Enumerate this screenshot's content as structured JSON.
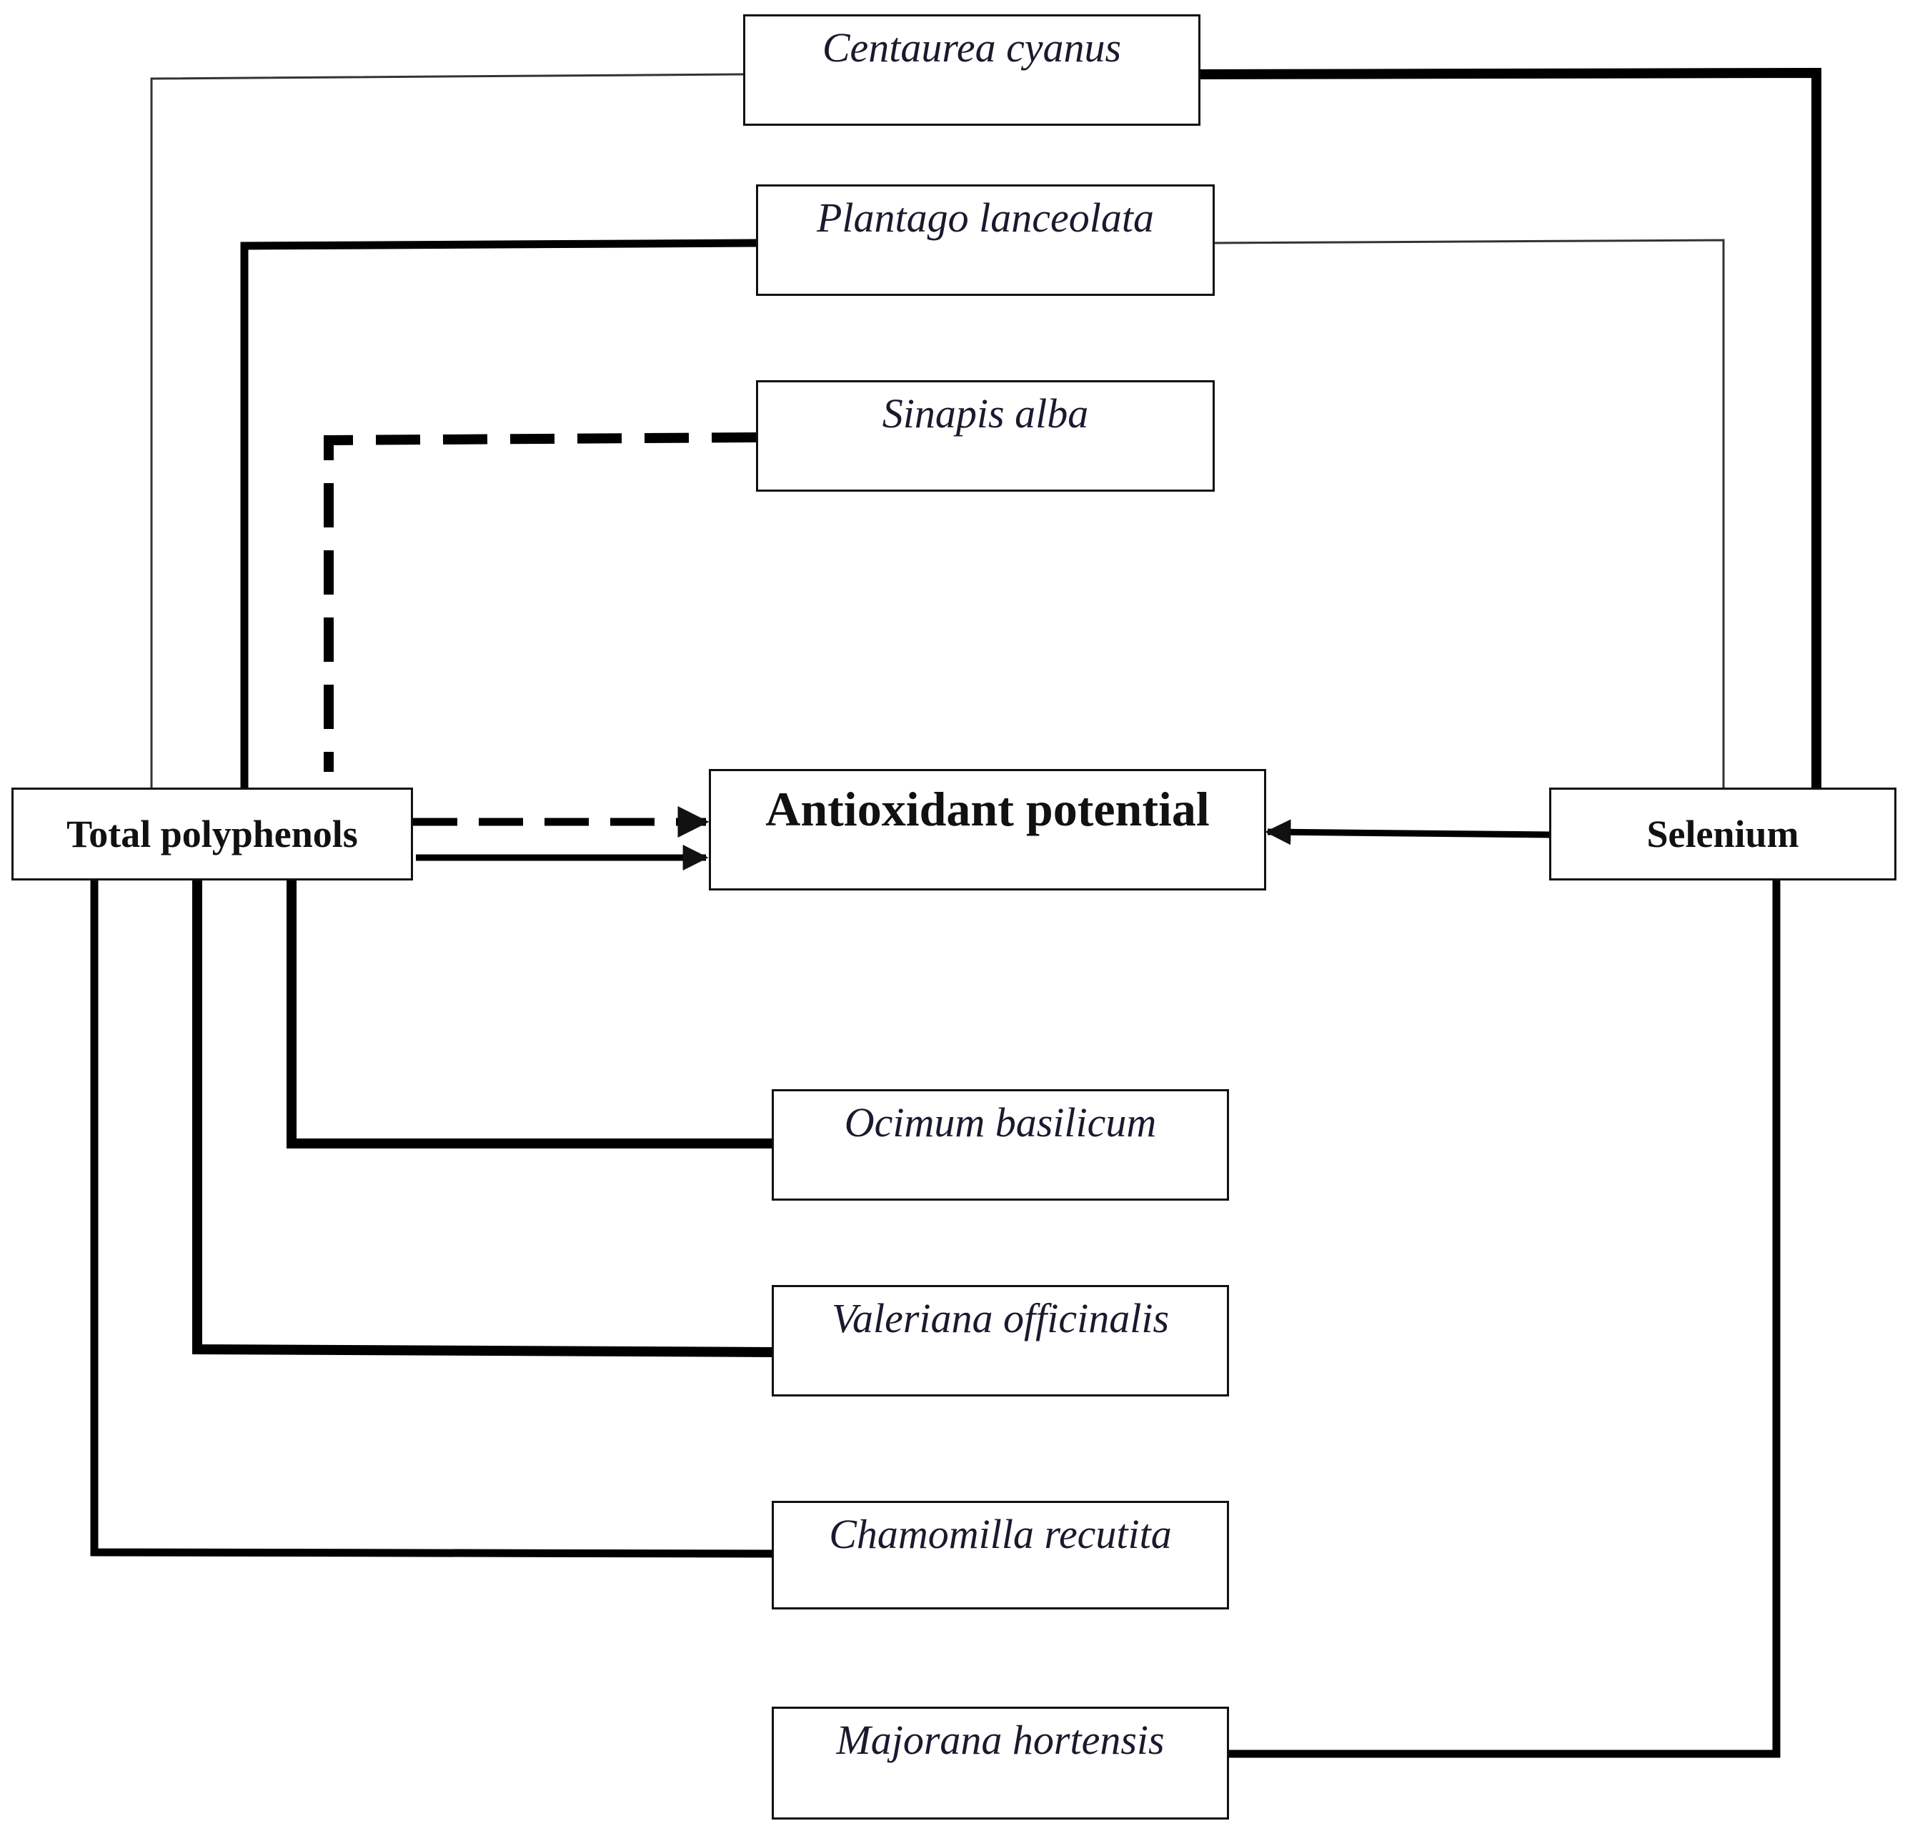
{
  "nodes": {
    "centaurea": "Centaurea cyanus",
    "plantago": "Plantago lanceolata",
    "sinapis": "Sinapis alba",
    "ocimum": "Ocimum basilicum",
    "valeriana": "Valeriana officinalis",
    "chamomilla": "Chamomilla recutita",
    "majorana": "Majorana hortensis",
    "polyphenols": "Total polyphenols",
    "antioxidant": "Antioxidant potential",
    "selenium": "Selenium"
  },
  "colors": {
    "line": "#111111",
    "species_text": "#1a1a2e"
  }
}
